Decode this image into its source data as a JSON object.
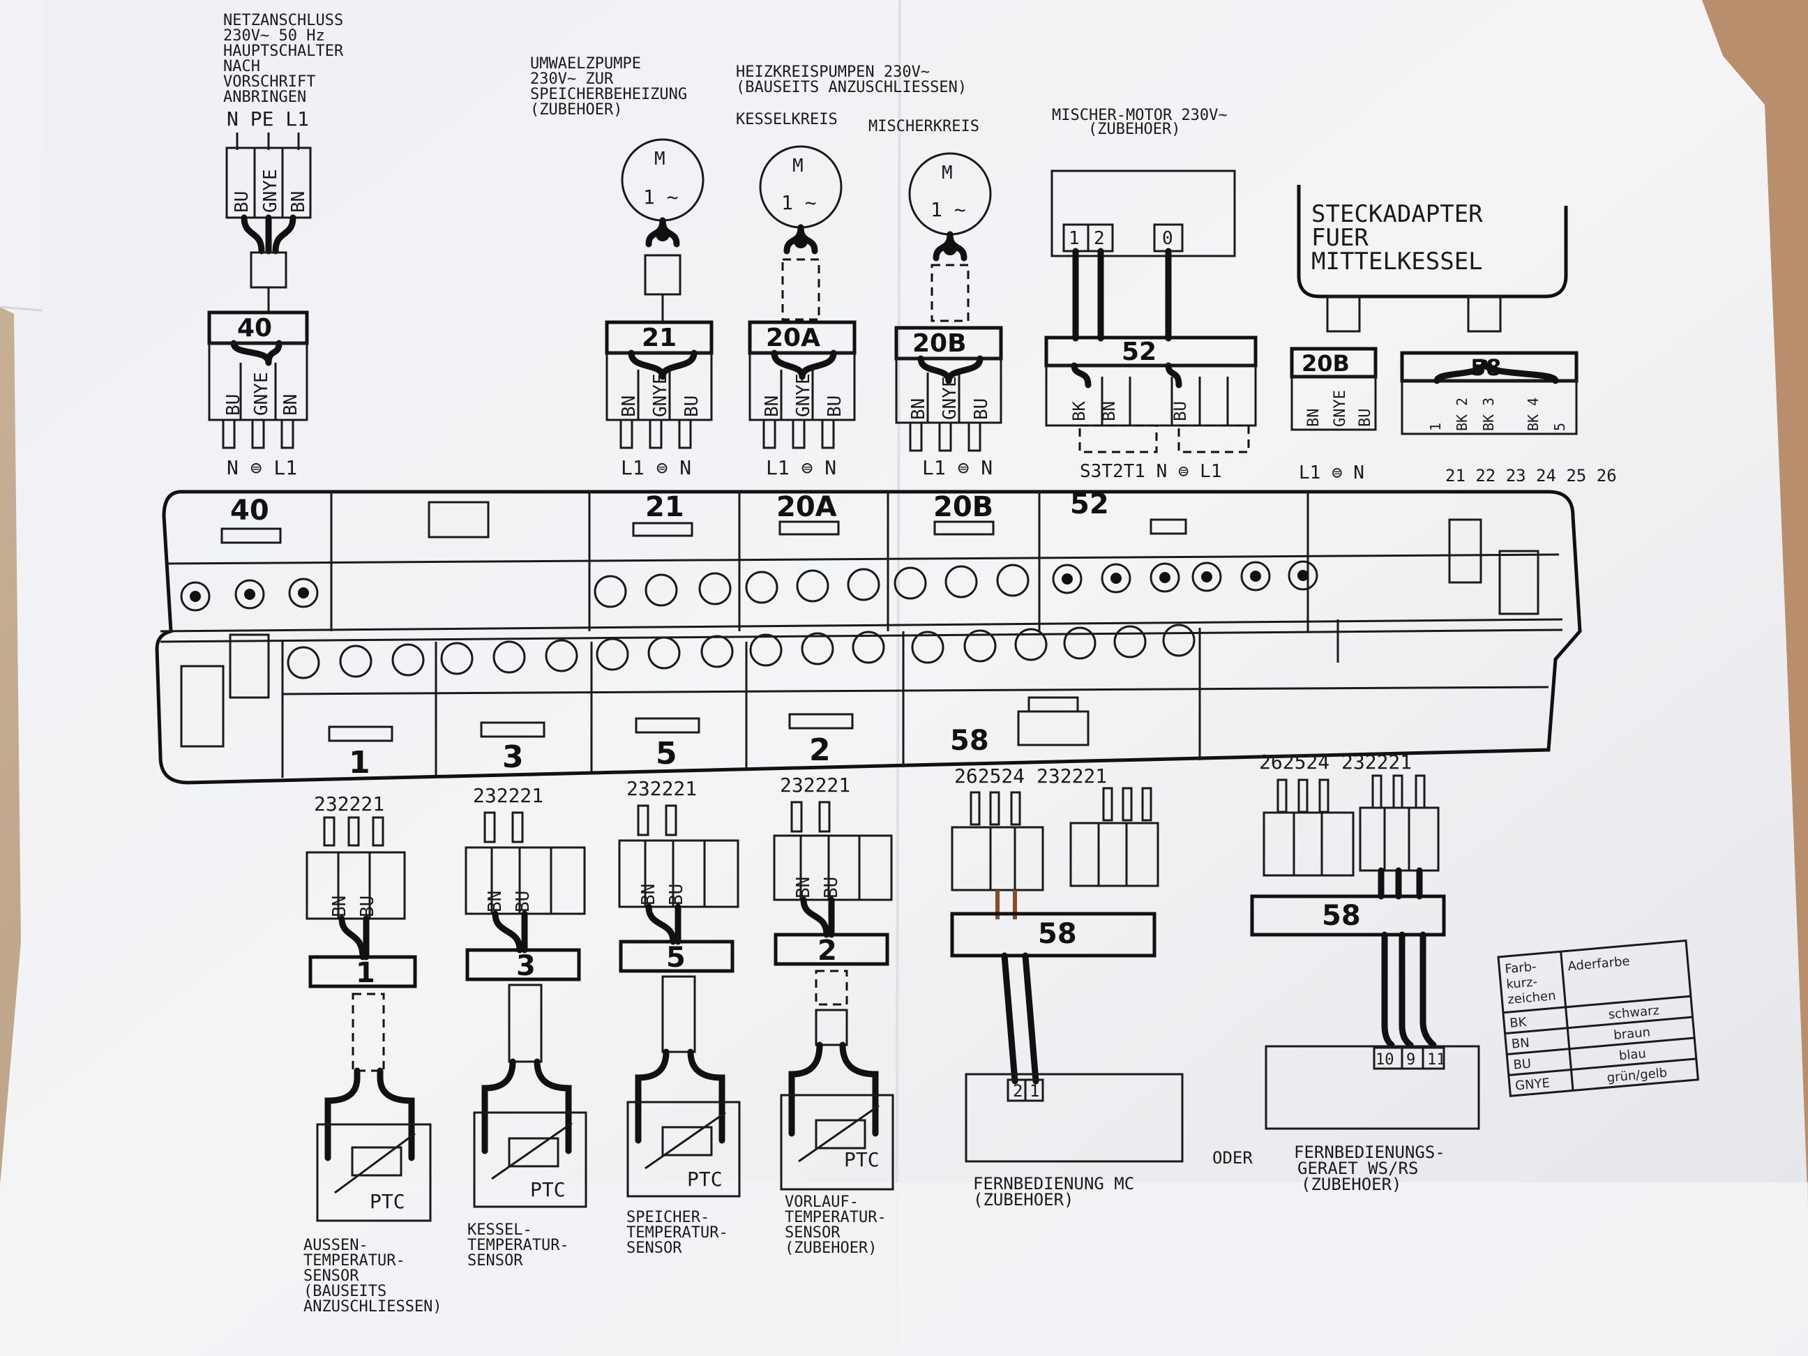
{
  "top": {
    "netz": [
      "NETZANSCHLUSS",
      "230V~ 50 Hz",
      "HAUPTSCHALTER",
      "NACH",
      "VORSCHRIFT",
      "ANBRINGEN"
    ],
    "netz_pins": "N  PE  L1",
    "umwaelz": [
      "UMWAELZPUMPE",
      "230V~ ZUR",
      "SPEICHERBEHEIZUNG",
      "(ZUBEHOER)"
    ],
    "heizkreis": [
      "HEIZKREISPUMPEN 230V~",
      "(BAUSEITS ANZUSCHLIESSEN)"
    ],
    "kesselkreis": "KESSELKREIS",
    "mischerkreis": "MISCHERKREIS",
    "mischer_motor": [
      "MISCHER-MOTOR 230V~",
      "(ZUBEHOER)"
    ],
    "steckadapter": [
      "STECKADAPTER",
      "FUER",
      "MITTELKESSEL"
    ]
  },
  "motor": {
    "m": "M",
    "phase": "1 ~"
  },
  "connectors_top": [
    {
      "num": "40",
      "wires": [
        "BU",
        "GNYE",
        "BN"
      ],
      "upper_wires": [
        "BU",
        "GNYE",
        "BN"
      ],
      "bottom": "N ⊜ L1"
    },
    {
      "num": "21",
      "wires": [
        "BN",
        "GNYE",
        "BU"
      ],
      "bottom": "L1 ⊜ N"
    },
    {
      "num": "20A",
      "wires": [
        "BN",
        "GNYE",
        "BU"
      ],
      "bottom": "L1 ⊜ N"
    },
    {
      "num": "20B",
      "wires": [
        "BN",
        "GNYE",
        "BU"
      ],
      "bottom": "L1 ⊜ N"
    },
    {
      "num": "52",
      "wires": [
        "BK",
        "BN",
        "BU"
      ],
      "bottom": "S3T2T1  N ⊜ L1"
    },
    {
      "num": "20B",
      "wires": [
        "BN",
        "GNYE",
        "BU"
      ],
      "bottom": "L1 ⊜ N"
    },
    {
      "num": "58",
      "wires": [
        "1",
        "BK 2",
        "BK 3",
        "BK 4",
        "5"
      ],
      "bottom": "21 22 23 24 25 26"
    }
  ],
  "mischer_terms": [
    "1",
    "2",
    "0"
  ],
  "board": {
    "top_labels": [
      "40",
      "21",
      "20A",
      "20B",
      "52"
    ],
    "bottom_labels": [
      "1",
      "3",
      "5",
      "2",
      "58"
    ]
  },
  "sensors": [
    {
      "num": "1",
      "pins": "232221",
      "wires": [
        "BN",
        "BU"
      ],
      "ptc": "PTC",
      "label": [
        "AUSSEN-",
        "TEMPERATUR-",
        "SENSOR",
        "(BAUSEITS",
        "ANZUSCHLIESSEN)"
      ]
    },
    {
      "num": "3",
      "pins": "232221",
      "wires": [
        "BN",
        "BU"
      ],
      "ptc": "PTC",
      "label": [
        "KESSEL-",
        "TEMPERATUR-",
        "SENSOR"
      ]
    },
    {
      "num": "5",
      "pins": "232221",
      "wires": [
        "BN",
        "BU"
      ],
      "ptc": "PTC",
      "label": [
        "SPEICHER-",
        "TEMPERATUR-",
        "SENSOR"
      ]
    },
    {
      "num": "2",
      "pins": "232221",
      "wires": [
        "BN",
        "BU"
      ],
      "ptc": "PTC",
      "label": [
        "VORLAUF-",
        "TEMPERATUR-",
        "SENSOR",
        "(ZUBEHOER)"
      ]
    }
  ],
  "remote_mc": {
    "num": "58",
    "pins": "262524 232221",
    "terms": [
      "2",
      "1"
    ],
    "label": [
      "FERNBEDIENUNG MC",
      "(ZUBEHOER)"
    ]
  },
  "oder": "ODER",
  "remote_ws": {
    "num": "58",
    "pins": "262524 232221",
    "terms": [
      "10",
      "9",
      "11"
    ],
    "label": [
      "FERNBEDIENUNGS-",
      "GERAET WS/RS",
      "(ZUBEHOER)"
    ]
  },
  "legend": {
    "header_left": [
      "Farb-",
      "kurz-",
      "zeichen"
    ],
    "header_right": "Aderfarbe",
    "rows": [
      {
        "code": "BK",
        "color": "schwarz"
      },
      {
        "code": "BN",
        "color": "braun"
      },
      {
        "code": "BU",
        "color": "blau"
      },
      {
        "code": "GNYE",
        "color": "grün/gelb"
      }
    ]
  }
}
